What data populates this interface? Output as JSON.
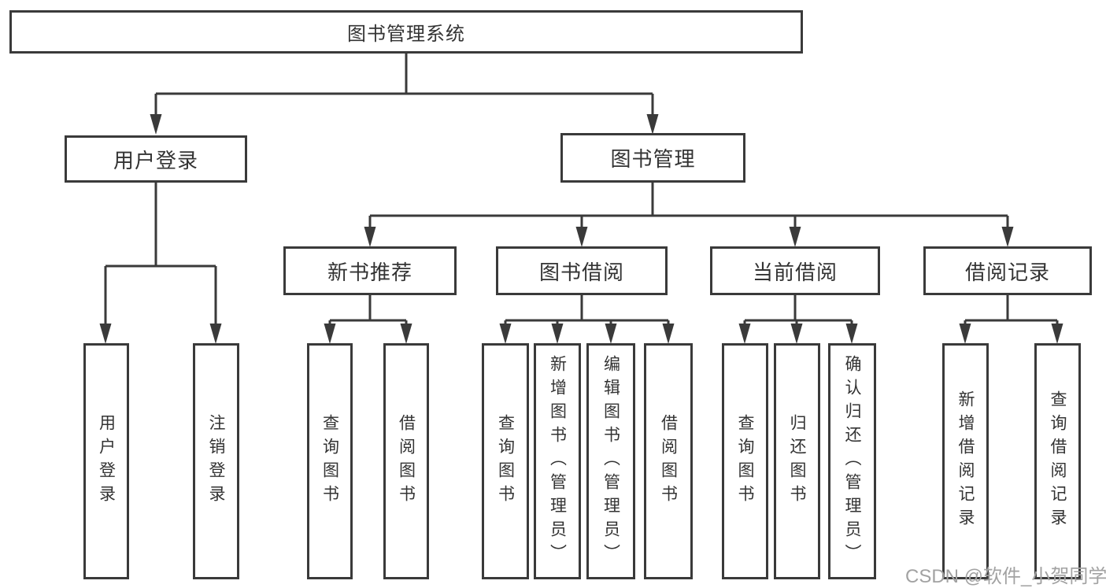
{
  "colors": {
    "line": "#3a3a3a",
    "text": "#333333",
    "background": "#ffffff",
    "watermark": "#a2a2a2"
  },
  "watermark": {
    "text": "CSDN @软件_小贺同学"
  },
  "diagram": {
    "root": {
      "label": "图书管理系统"
    },
    "user_login": {
      "label": "用户登录",
      "children": [
        {
          "label": "用户登录"
        },
        {
          "label": "注销登录"
        }
      ]
    },
    "book_mgmt": {
      "label": "图书管理",
      "groups": [
        {
          "label": "新书推荐",
          "children": [
            {
              "label": "查询图书"
            },
            {
              "label": "借阅图书"
            }
          ]
        },
        {
          "label": "图书借阅",
          "children": [
            {
              "label": "查询图书"
            },
            {
              "label": "新增图书（管理员）"
            },
            {
              "label": "编辑图书（管理员）"
            },
            {
              "label": "借阅图书"
            }
          ]
        },
        {
          "label": "当前借阅",
          "children": [
            {
              "label": "查询图书"
            },
            {
              "label": "归还图书"
            },
            {
              "label": "确认归还（管理员）"
            }
          ]
        },
        {
          "label": "借阅记录",
          "children": [
            {
              "label": "新增借阅记录"
            },
            {
              "label": "查询借阅记录"
            }
          ]
        }
      ]
    }
  }
}
